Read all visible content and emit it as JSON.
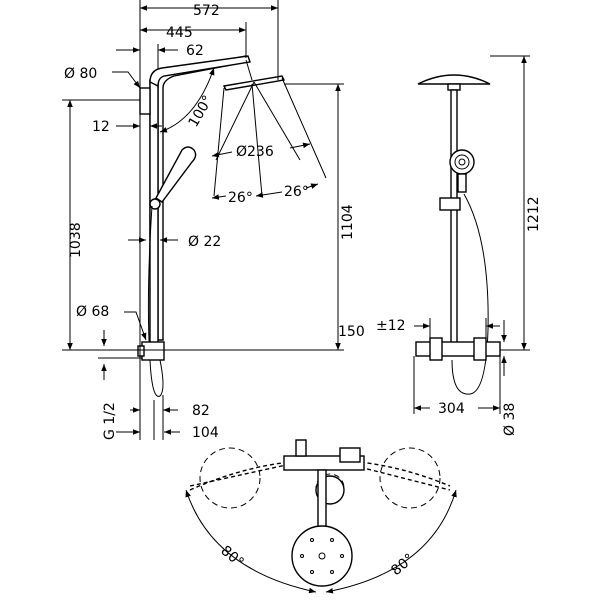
{
  "diagram": {
    "side_view": {
      "width_total": "572",
      "width_arm": "445",
      "offset_pipe": "62",
      "wall_plate_diameter": "Ø 80",
      "wall_offset": "12",
      "arm_angle": "100°",
      "head_diameter": "Ø236",
      "head_tilt_left": "26°",
      "head_tilt_right": "26°",
      "rail_height": "1038",
      "riser_diameter": "Ø 22",
      "head_height": "1104",
      "connection_height": "150",
      "mixer_diameter": "Ø 68",
      "thread": "G 1/2",
      "mixer_depth_1": "82",
      "mixer_depth_2": "104"
    },
    "front_view": {
      "overall_height": "1212",
      "connection_tolerance": "±12",
      "mixer_width": "304",
      "mixer_diameter": "Ø 38"
    },
    "top_view": {
      "swivel_left": "80°",
      "swivel_right": "80°"
    }
  }
}
